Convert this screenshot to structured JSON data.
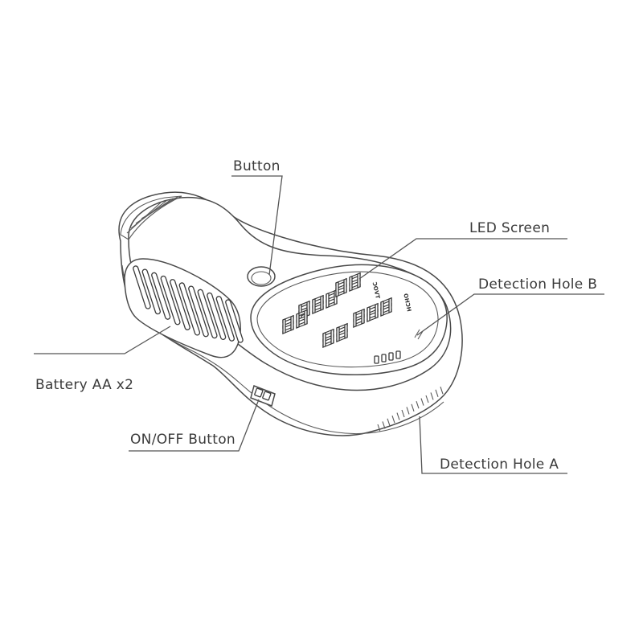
{
  "labels": {
    "button": "Button",
    "led_screen": "LED Screen",
    "detection_hole_b": "Detection Hole B",
    "battery": "Battery AA x2",
    "onoff_button": "ON/OFF Button",
    "detection_hole_a": "Detection Hole A"
  },
  "screen": {
    "tvoc_label": "TVOC",
    "hcho_label": "HCHO"
  }
}
